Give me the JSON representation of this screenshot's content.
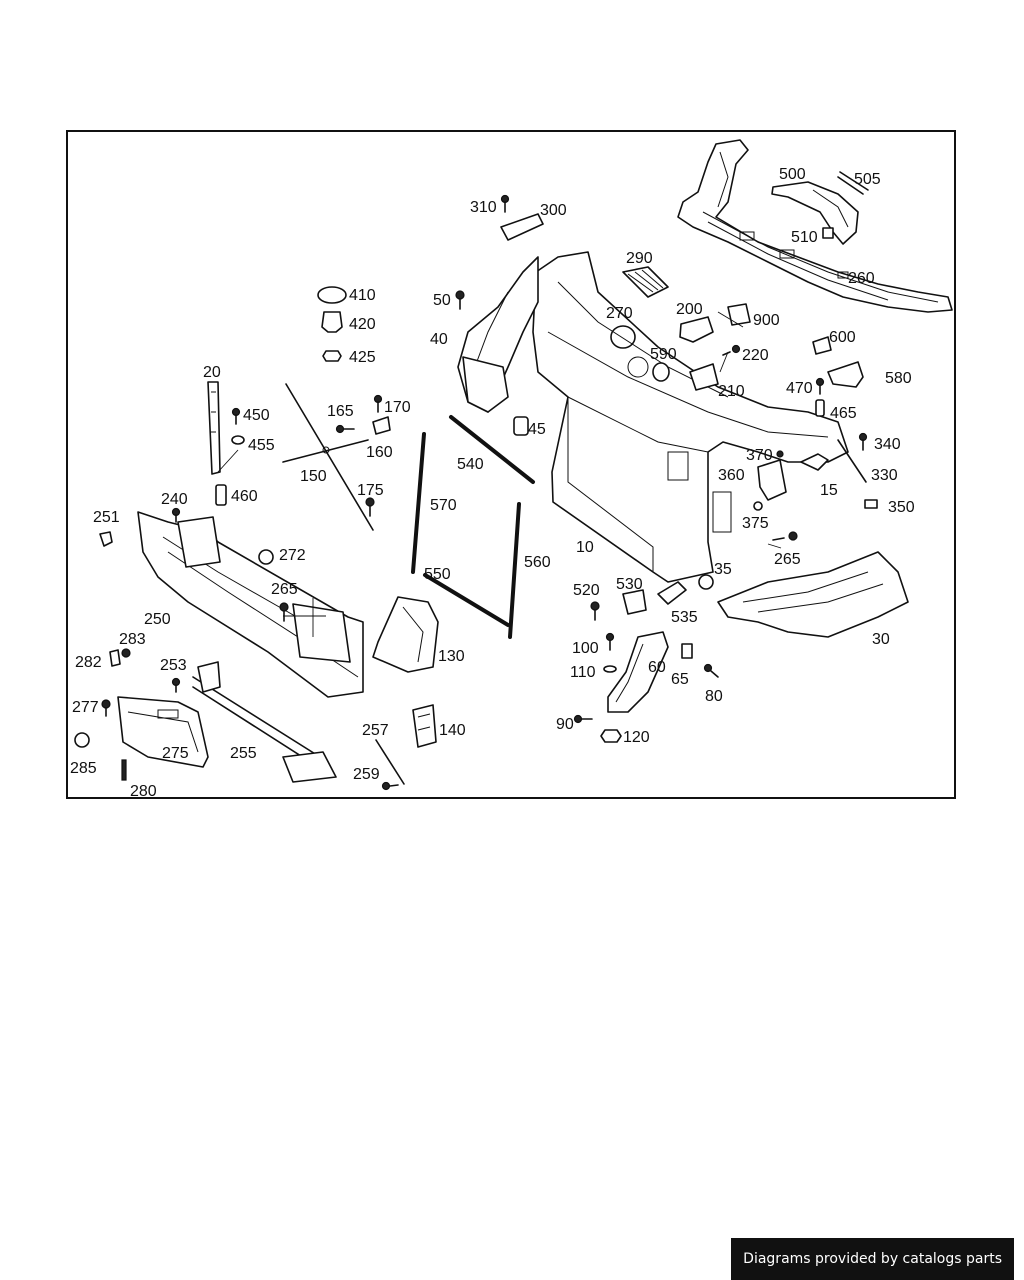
{
  "diagram": {
    "callouts": [
      "10",
      "15",
      "20",
      "30",
      "35",
      "40",
      "45",
      "50",
      "60",
      "65",
      "80",
      "90",
      "100",
      "110",
      "120",
      "130",
      "140",
      "150",
      "160",
      "165",
      "170",
      "175",
      "200",
      "210",
      "220",
      "240",
      "250",
      "251",
      "253",
      "255",
      "257",
      "259",
      "260",
      "265",
      "270",
      "272",
      "275",
      "277",
      "280",
      "282",
      "283",
      "285",
      "290",
      "300",
      "310",
      "330",
      "340",
      "350",
      "360",
      "370",
      "375",
      "410",
      "420",
      "425",
      "450",
      "455",
      "460",
      "465",
      "470",
      "500",
      "505",
      "510",
      "520",
      "530",
      "535",
      "540",
      "550",
      "560",
      "570",
      "580",
      "590",
      "600",
      "900"
    ]
  },
  "footer": {
    "text": "Diagrams provided by catalogs parts"
  }
}
